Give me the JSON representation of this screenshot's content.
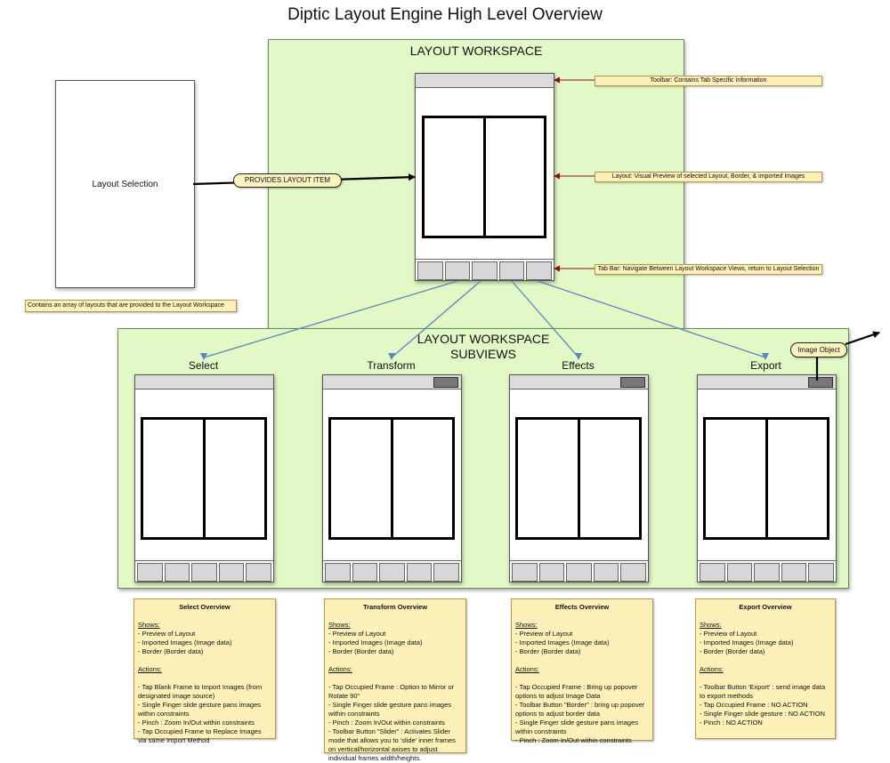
{
  "title": "Diptic Layout Engine High Level Overview",
  "layout_selection": {
    "label": "Layout Selection",
    "note": "Contains an array of layouts that are provided to the Layout Workspace"
  },
  "connector_label": "PROVIDES LAYOUT ITEM",
  "workspace": {
    "title": "LAYOUT WORKSPACE",
    "callouts": {
      "toolbar": "Toolbar: Contains Tab Specific Information",
      "layout": "Layout: Visual Preview of selected Layout, Border, & imported Images",
      "tabbar": "Tab Bar: Navigate Between Layout Workspace Views, return to Layout Selection"
    }
  },
  "subviews": {
    "title_line1": "LAYOUT WORKSPACE",
    "title_line2": "SUBVIEWS",
    "image_object": "Image Object",
    "views": [
      {
        "name": "Select"
      },
      {
        "name": "Transform"
      },
      {
        "name": "Effects"
      },
      {
        "name": "Export"
      }
    ]
  },
  "overviews": [
    {
      "title": "Select Overview",
      "shows_label": "Shows:",
      "shows": [
        "- Preview of Layout",
        "- Imported Images (Image data)",
        "- Border (Border data)"
      ],
      "actions_label": "Actions:",
      "actions": [
        "- Tap Blank Frame to Import Images (from designated image source)",
        "- Single Finger slide gesture pans images within constraints",
        "- Pinch : Zoom In/Out within constraints",
        "- Tap Occupied Frame to Replace Images via same Import Method"
      ]
    },
    {
      "title": "Transform Overview",
      "shows_label": "Shows:",
      "shows": [
        "- Preview of Layout",
        "- Imported Images (Image data)",
        "- Border (Border data)"
      ],
      "actions_label": "Actions:",
      "actions": [
        "- Tap Occupied Frame : Option to Mirror or Rotate 90°",
        "- Single Finger slide gesture pans images within constraints",
        "- Pinch : Zoom In/Out within constraints",
        "- Toolbar Button \"Slider\" : Activates Slider mode that allows you to 'slide' inner frames on vertical/horizontal axises to adjust individual frames width/heights."
      ]
    },
    {
      "title": "Effects Overview",
      "shows_label": "Shows:",
      "shows": [
        "- Preview of Layout",
        "- Imported Images (Image data)",
        "- Border (Border data)"
      ],
      "actions_label": "Actions:",
      "actions": [
        "- Tap Occupied Frame : Bring up popover options to adjust Image Data",
        "- Toolbar Button \"Border\" : bring up popover options to adjust border data",
        "- Single Finger slide gesture pans images within constraints",
        "- Pinch : Zoom In/Out within constraints"
      ]
    },
    {
      "title": "Export Overview",
      "shows_label": "Shows:",
      "shows": [
        "- Preview of Layout",
        "- Imported Images (Image data)",
        "- Border (Border data)"
      ],
      "actions_label": "Actions:",
      "actions": [
        "- Toolbar Button 'Export' : send image data to export methods",
        "- Tap Occupied Frame : NO ACTION",
        "- Single Finger slide gesture : NO ACTION",
        "- Pinch : NO ACTION"
      ]
    }
  ]
}
